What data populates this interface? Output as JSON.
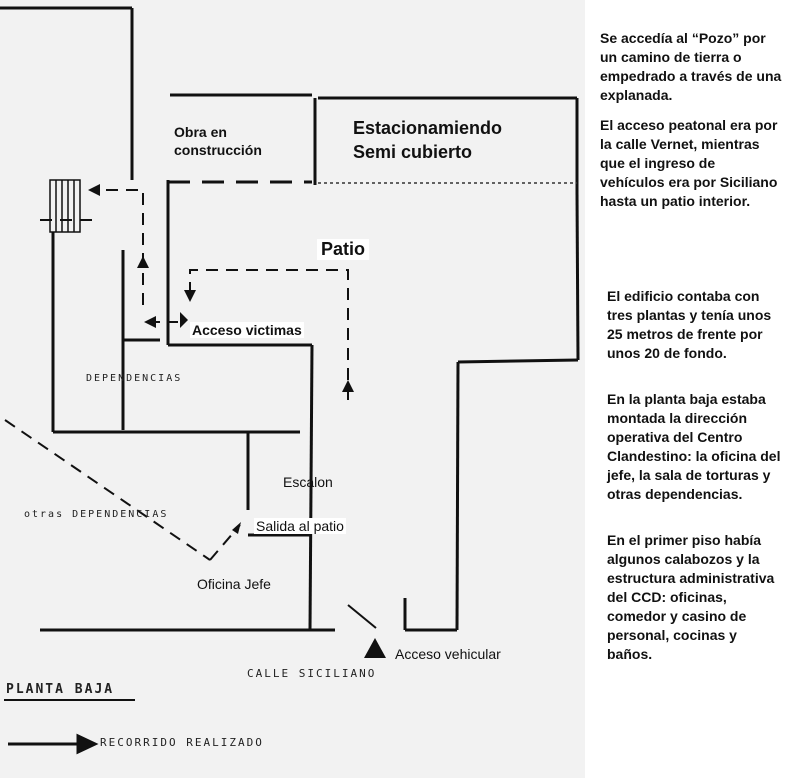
{
  "plan": {
    "rooms": {
      "obra": "Obra en\nconstrucción",
      "estacionamiento": "Estacionamiendo\nSemi cubierto",
      "patio": "Patio",
      "acceso_victimas": "Acceso victimas",
      "dependencias": "DEPENDENCIAS",
      "otras_dependencias": "otras DEPENDENCIAS",
      "escalon": "Escalon",
      "salida_patio": "Salida al patio",
      "oficina_jefe": "Oficina Jefe",
      "acceso_vehicular": "Acceso vehicular",
      "calle": "CALLE  SICILIANO"
    },
    "legend": {
      "floor": "PLANTA BAJA",
      "route": "RECORRIDO REALIZADO"
    }
  },
  "side": {
    "paragraphs": [
      "Se accedía al “Pozo” por un camino de tierra o empedrado a través de una explanada.",
      "El acceso peatonal era por la calle Vernet, mientras que el ingreso de vehículos era por Siciliano hasta un patio interior.",
      "El edificio contaba con tres plantas y tenía unos 25 metros de frente por unos 20 de fondo.",
      "En la planta baja estaba montada la dirección operativa del Centro Clandestino: la oficina del jefe, la sala de torturas y otras dependencias.",
      "En el primer piso había algunos calabozos y la estructura administrativa del CCD: oficinas, comedor y casino de personal, cocinas y baños."
    ]
  }
}
